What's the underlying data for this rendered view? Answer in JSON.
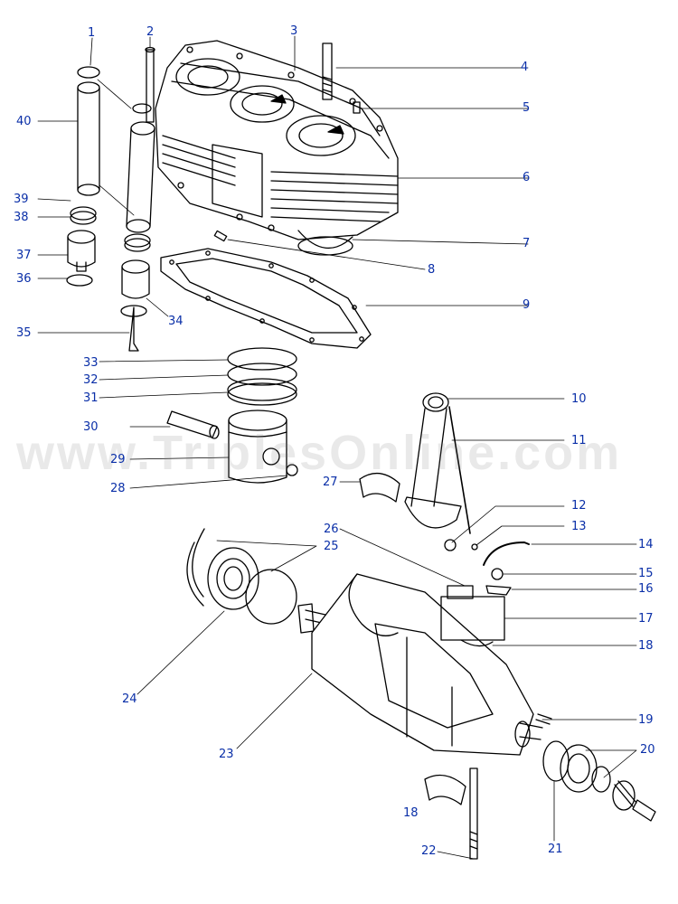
{
  "watermark": "www.TriplesOnline.com",
  "callouts": [
    {
      "id": "1",
      "text": "1"
    },
    {
      "id": "2",
      "text": "2"
    },
    {
      "id": "3",
      "text": "3"
    },
    {
      "id": "4",
      "text": "4"
    },
    {
      "id": "5",
      "text": "5"
    },
    {
      "id": "6",
      "text": "6"
    },
    {
      "id": "7",
      "text": "7"
    },
    {
      "id": "8",
      "text": "8"
    },
    {
      "id": "9",
      "text": "9"
    },
    {
      "id": "10",
      "text": "10"
    },
    {
      "id": "11",
      "text": "11"
    },
    {
      "id": "12",
      "text": "12"
    },
    {
      "id": "13",
      "text": "13"
    },
    {
      "id": "14",
      "text": "14"
    },
    {
      "id": "15",
      "text": "15"
    },
    {
      "id": "16",
      "text": "16"
    },
    {
      "id": "17",
      "text": "17"
    },
    {
      "id": "18a",
      "text": "18"
    },
    {
      "id": "18b",
      "text": "18"
    },
    {
      "id": "19",
      "text": "19"
    },
    {
      "id": "20",
      "text": "20"
    },
    {
      "id": "21",
      "text": "21"
    },
    {
      "id": "22",
      "text": "22"
    },
    {
      "id": "23",
      "text": "23"
    },
    {
      "id": "24",
      "text": "24"
    },
    {
      "id": "25",
      "text": "25"
    },
    {
      "id": "26",
      "text": "26"
    },
    {
      "id": "27",
      "text": "27"
    },
    {
      "id": "28",
      "text": "28"
    },
    {
      "id": "29",
      "text": "29"
    },
    {
      "id": "30",
      "text": "30"
    },
    {
      "id": "31",
      "text": "31"
    },
    {
      "id": "32",
      "text": "32"
    },
    {
      "id": "33",
      "text": "33"
    },
    {
      "id": "34",
      "text": "34"
    },
    {
      "id": "35",
      "text": "35"
    },
    {
      "id": "36",
      "text": "36"
    },
    {
      "id": "37",
      "text": "37"
    },
    {
      "id": "38",
      "text": "38"
    },
    {
      "id": "39",
      "text": "39"
    },
    {
      "id": "40",
      "text": "40"
    }
  ],
  "colors": {
    "callout_text": "#0a2fa8",
    "line_art": "#000000",
    "watermark": "#b4b4b4"
  }
}
